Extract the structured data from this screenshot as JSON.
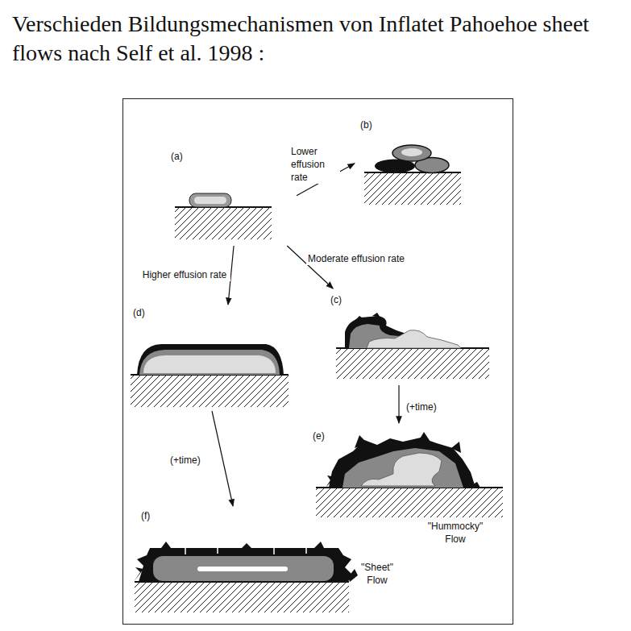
{
  "diagram": {
    "title": "Verschieden Bildungsmechanismen von Inflatet Pahoehoe sheet flows nach Self et al. 1998 :",
    "nodes": [
      {
        "text": [
          "(a)"
        ]
      },
      {
        "text": [
          "(b)"
        ]
      },
      {
        "text": [
          "(c)"
        ]
      },
      {
        "text": [
          "(d)"
        ]
      },
      {
        "text": [
          "(e)",
          "\"Hummocky\" Flow"
        ]
      },
      {
        "text": [
          "(f)",
          "\"Sheet\" Flow"
        ]
      }
    ],
    "edges": [
      {
        "from": 0,
        "to": 1,
        "arrow": "to",
        "label": "Lower effusion rate"
      },
      {
        "from": 0,
        "to": 2,
        "arrow": "to",
        "label": "Moderate effusion rate"
      },
      {
        "from": 0,
        "to": 3,
        "arrow": "to",
        "label": "Higher effusion rate"
      },
      {
        "from": 2,
        "to": 4,
        "arrow": "to",
        "label": "(+time)"
      },
      {
        "from": 3,
        "to": 5,
        "arrow": "to",
        "label": "(+time)"
      }
    ]
  }
}
